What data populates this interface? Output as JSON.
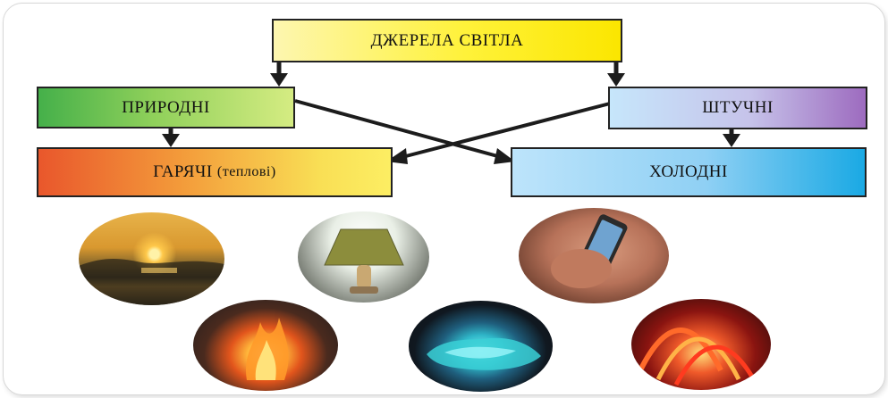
{
  "diagram": {
    "root": "ДЖЕРЕЛА СВІТЛА",
    "natural": "ПРИРОДНІ",
    "artificial": "ШТУЧНІ",
    "hot_main": "ГАРЯЧІ",
    "hot_sub": "(теплові)",
    "cold": "ХОЛОДНІ"
  },
  "photos": [
    "sunset",
    "table-lamp",
    "smartphone-in-hand",
    "bonfire",
    "glowing-crystals",
    "neon-lights"
  ],
  "colors": {
    "root": "#fff23a",
    "natural": "#8fd05a",
    "artificial": "#9d6bbf",
    "hot": "#e9572c",
    "cold": "#1aa9e4",
    "arrows": "#1c1c1c"
  }
}
